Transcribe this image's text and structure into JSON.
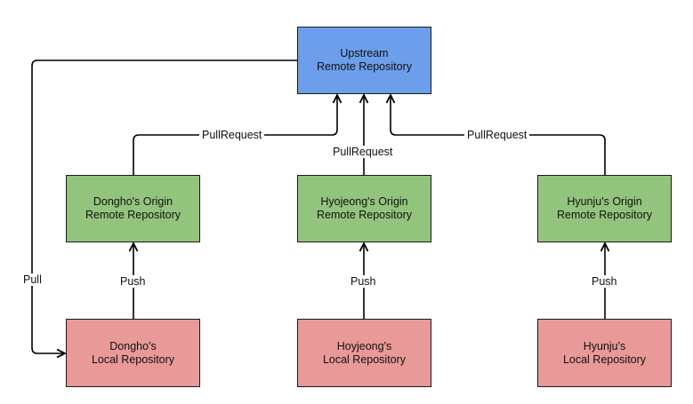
{
  "nodes": {
    "upstream": {
      "line1": "Upstream",
      "line2": "Remote Repository"
    },
    "dongho_origin": {
      "line1": "Dongho's Origin",
      "line2": "Remote Repository"
    },
    "hyojeong_origin": {
      "line1": "Hyojeong's Origin",
      "line2": "Remote Repository"
    },
    "hyunju_origin": {
      "line1": "Hyunju's Origin",
      "line2": "Remote Repository"
    },
    "dongho_local": {
      "line1": "Dongho's",
      "line2": "Local Repository"
    },
    "hoyjeong_local": {
      "line1": "Hoyjeong's",
      "line2": "Local Repository"
    },
    "hyunju_local": {
      "line1": "Hyunju's",
      "line2": "Local Repository"
    }
  },
  "edges": {
    "pull": "Pull",
    "pullrequest_left": "PullRequest",
    "pullrequest_center": "PullRequest",
    "pullrequest_right": "PullRequest",
    "push_left": "Push",
    "push_center": "Push",
    "push_right": "Push"
  },
  "colors": {
    "upstream_fill": "#6d9eeb",
    "origin_fill": "#93c47d",
    "local_fill": "#ea9999",
    "line": "#000000"
  }
}
